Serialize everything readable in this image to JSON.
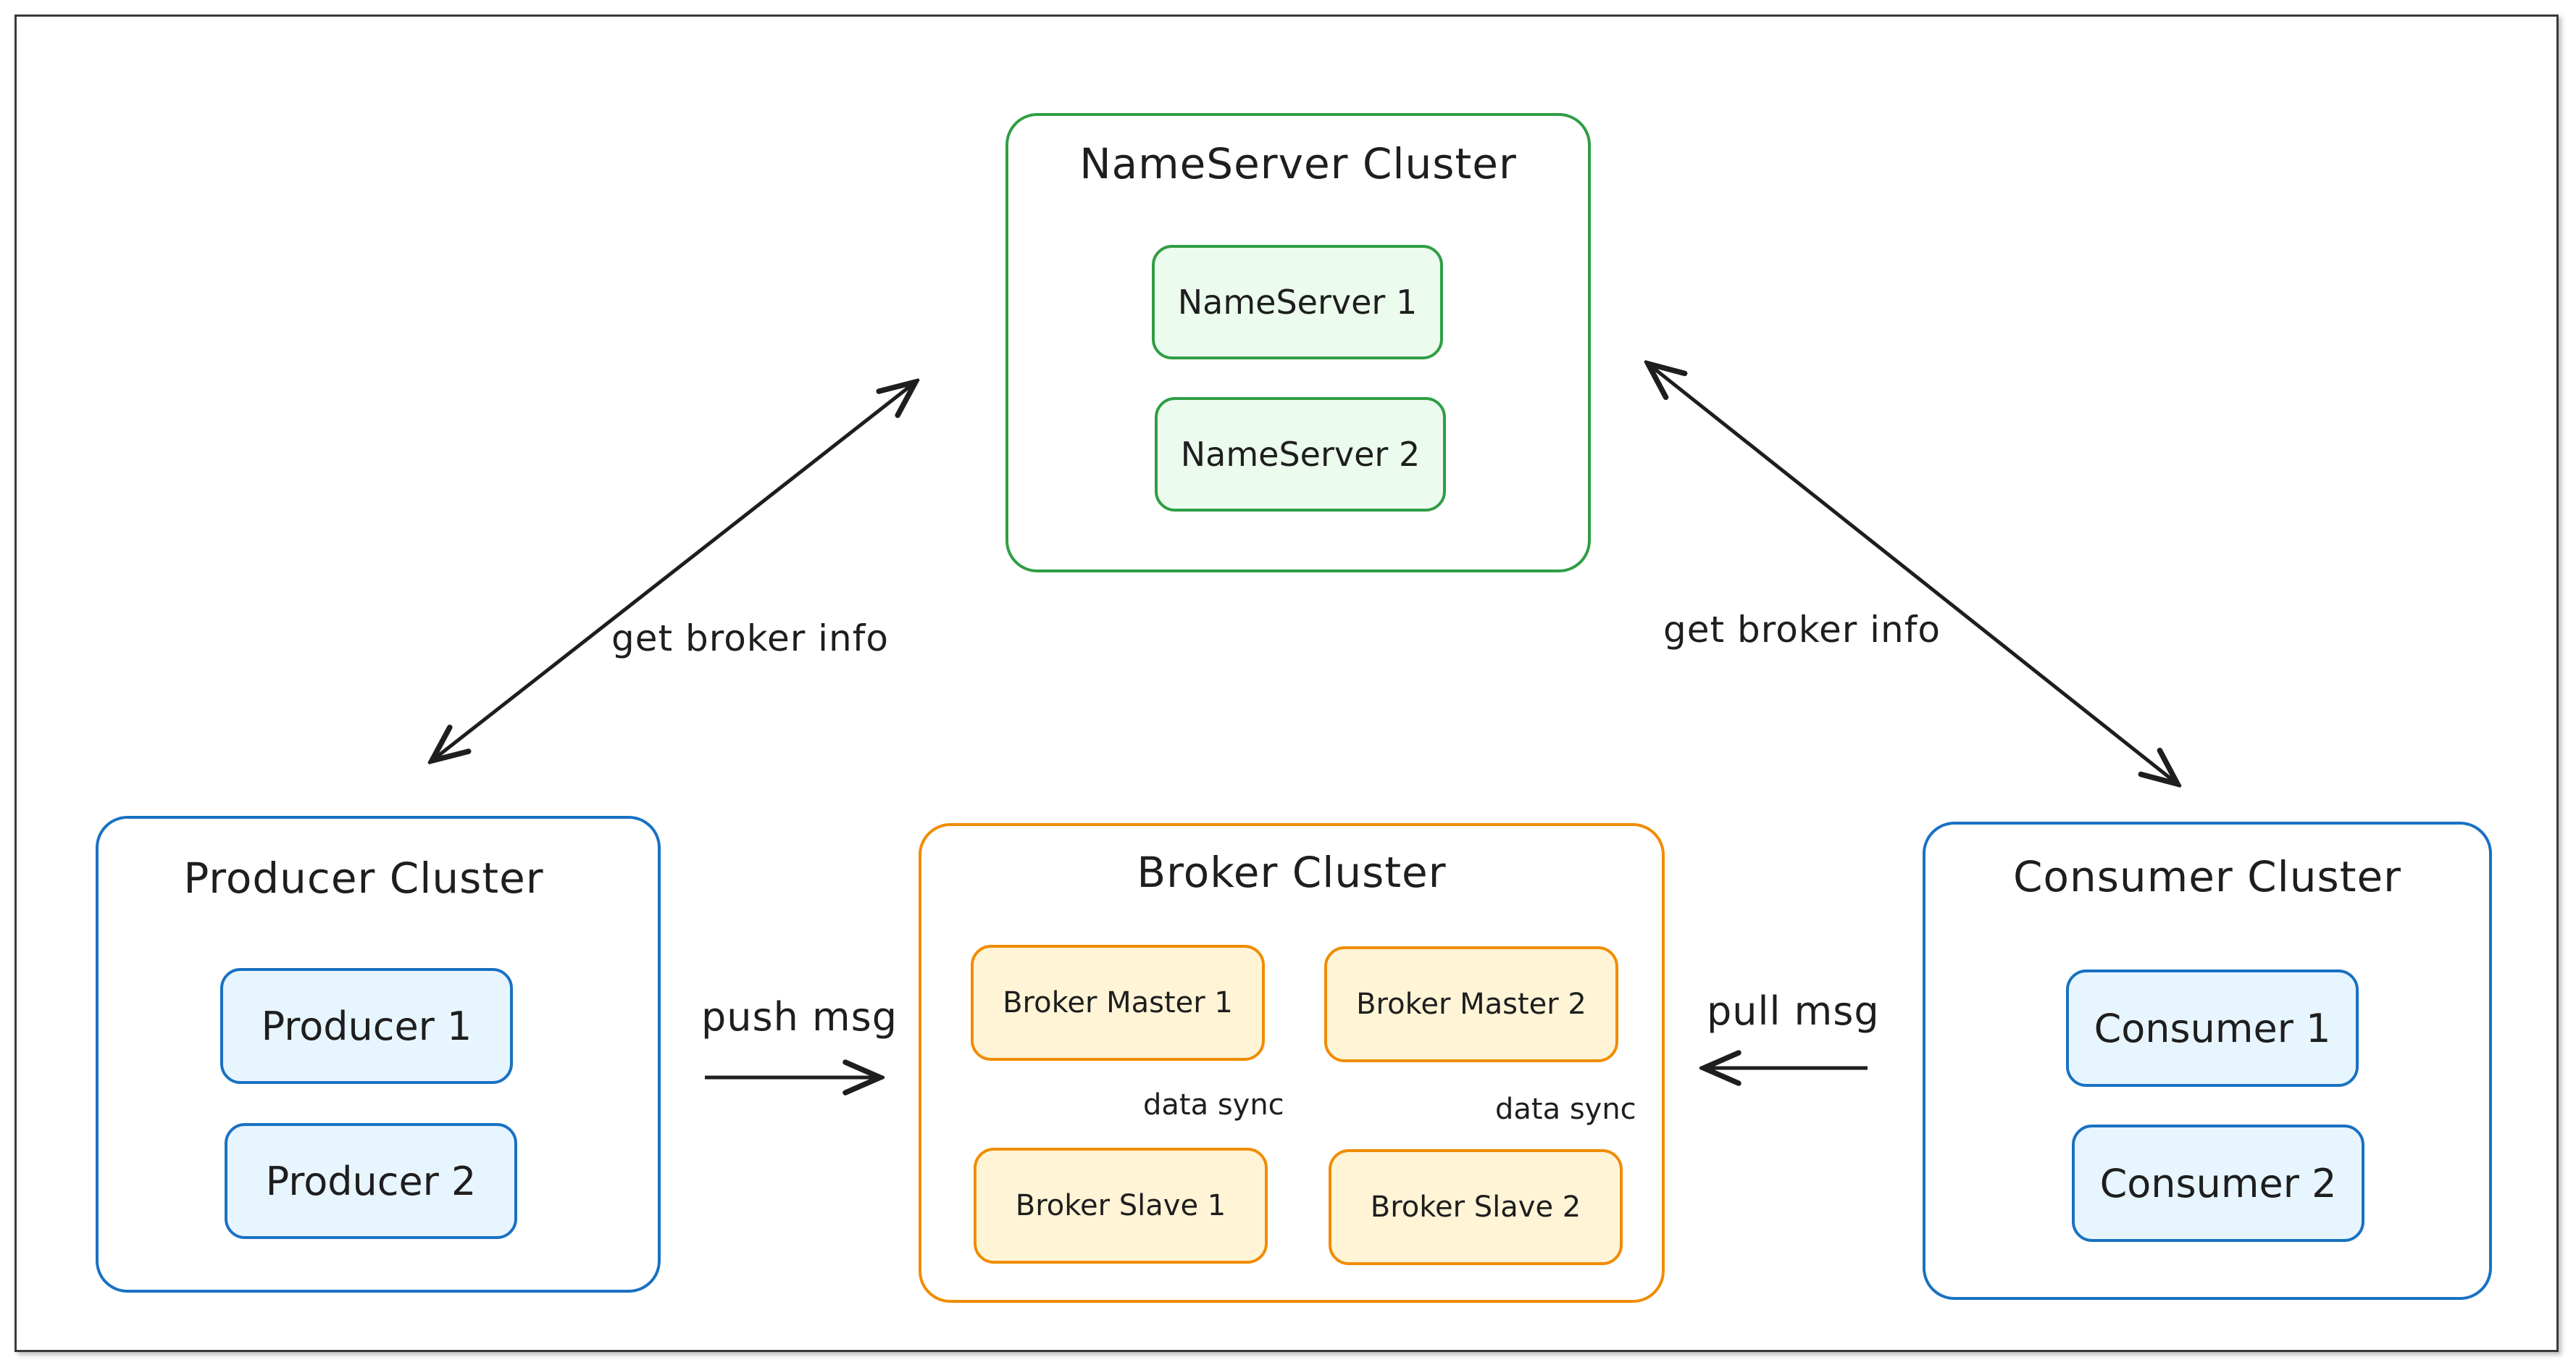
{
  "nameserver_cluster": {
    "title": "NameServer Cluster",
    "nodes": [
      "NameServer 1",
      "NameServer 2"
    ]
  },
  "producer_cluster": {
    "title": "Producer Cluster",
    "nodes": [
      "Producer 1",
      "Producer 2"
    ]
  },
  "broker_cluster": {
    "title": "Broker Cluster",
    "masters": [
      "Broker Master 1",
      "Broker Master 2"
    ],
    "slaves": [
      "Broker Slave 1",
      "Broker Slave 2"
    ],
    "sync_label": "data sync"
  },
  "consumer_cluster": {
    "title": "Consumer Cluster",
    "nodes": [
      "Consumer 1",
      "Consumer 2"
    ]
  },
  "edges": {
    "producer_nameserver": "get broker info",
    "consumer_nameserver": "get broker info",
    "push": "push msg",
    "pull": "pull msg"
  },
  "colors": {
    "nameserver": "#2f9e44",
    "producer": "#1971c2",
    "broker": "#f08c00",
    "consumer": "#1971c2",
    "arrow": "#1e1e1e"
  }
}
